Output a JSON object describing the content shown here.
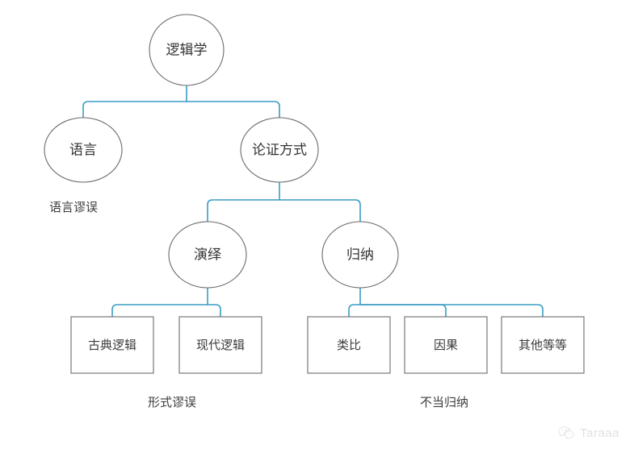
{
  "diagram": {
    "type": "tree",
    "title": "",
    "theme": {
      "connector_color": "#3a9cc4",
      "node_border_color": "#6b6b6b",
      "text_color": "#333333",
      "background": "#ffffff"
    },
    "nodes": {
      "root": {
        "label": "逻辑学",
        "shape": "ellipse"
      },
      "level2": [
        {
          "label": "语言",
          "shape": "ellipse"
        },
        {
          "label": "论证方式",
          "shape": "ellipse"
        }
      ],
      "level3": [
        {
          "label": "演绎",
          "shape": "ellipse"
        },
        {
          "label": "归纳",
          "shape": "ellipse"
        }
      ],
      "level4_left": [
        {
          "label": "古典逻辑",
          "shape": "rect"
        },
        {
          "label": "现代逻辑",
          "shape": "rect"
        }
      ],
      "level4_right": [
        {
          "label": "类比",
          "shape": "rect"
        },
        {
          "label": "因果",
          "shape": "rect"
        },
        {
          "label": "其他等等",
          "shape": "rect"
        }
      ]
    },
    "captions": [
      {
        "label": "语言谬误"
      },
      {
        "label": "形式谬误"
      },
      {
        "label": "不当归纳"
      }
    ]
  },
  "watermark": {
    "text": "Taraaa",
    "icon": "wechat-icon"
  }
}
